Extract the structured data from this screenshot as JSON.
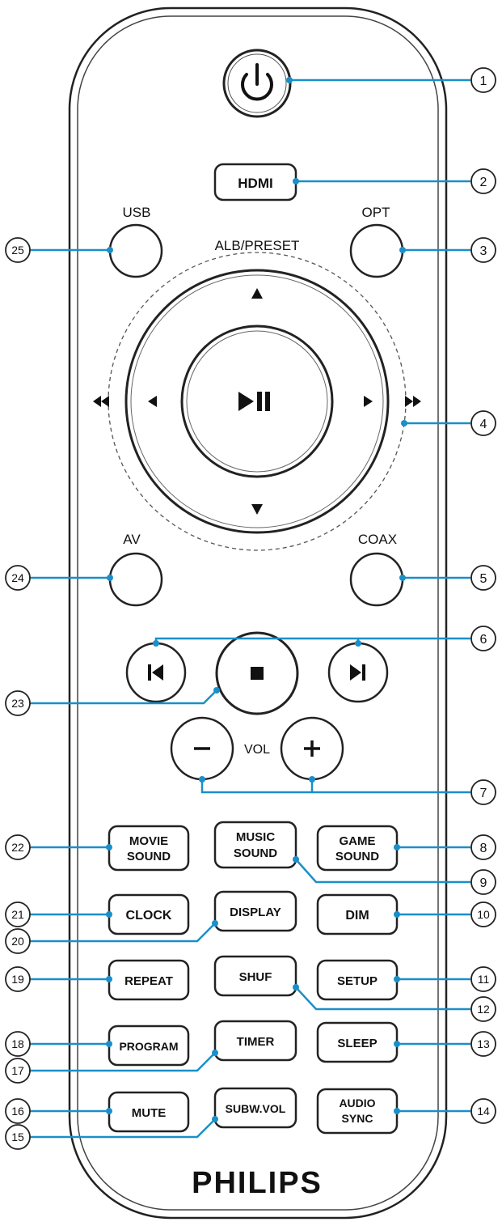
{
  "brand": "PHILIPS",
  "accent_color": "#1a8fc9",
  "top_labels": {
    "usb": "USB",
    "opt": "OPT",
    "alb_preset": "ALB/PRESET",
    "av": "AV",
    "coax": "COAX",
    "vol": "VOL"
  },
  "buttons": {
    "hdmi": "HDMI",
    "movie_1": "MOVIE",
    "movie_2": "SOUND",
    "music_1": "MUSIC",
    "music_2": "SOUND",
    "game_1": "GAME",
    "game_2": "SOUND",
    "clock": "CLOCK",
    "display": "DISPLAY",
    "dim": "DIM",
    "repeat": "REPEAT",
    "shuf": "SHUF",
    "setup": "SETUP",
    "program": "PROGRAM",
    "timer": "TIMER",
    "sleep": "SLEEP",
    "mute": "MUTE",
    "subw_vol": "SUBW.VOL",
    "audio_1": "AUDIO",
    "audio_2": "SYNC"
  },
  "icons": {
    "power": "power-icon",
    "play_pause": "play-pause-icon",
    "stop": "stop-icon",
    "prev": "skip-previous-icon",
    "next": "skip-next-icon",
    "up": "up-arrow-icon",
    "down": "down-arrow-icon",
    "left": "left-arrow-icon",
    "right": "right-arrow-icon",
    "rewind": "rewind-icon",
    "fast_forward": "fast-forward-icon",
    "minus": "minus-icon",
    "plus": "plus-icon"
  },
  "callouts": [
    "1",
    "2",
    "3",
    "4",
    "5",
    "6",
    "7",
    "8",
    "9",
    "10",
    "11",
    "12",
    "13",
    "14",
    "15",
    "16",
    "17",
    "18",
    "19",
    "20",
    "21",
    "22",
    "23",
    "24",
    "25"
  ]
}
